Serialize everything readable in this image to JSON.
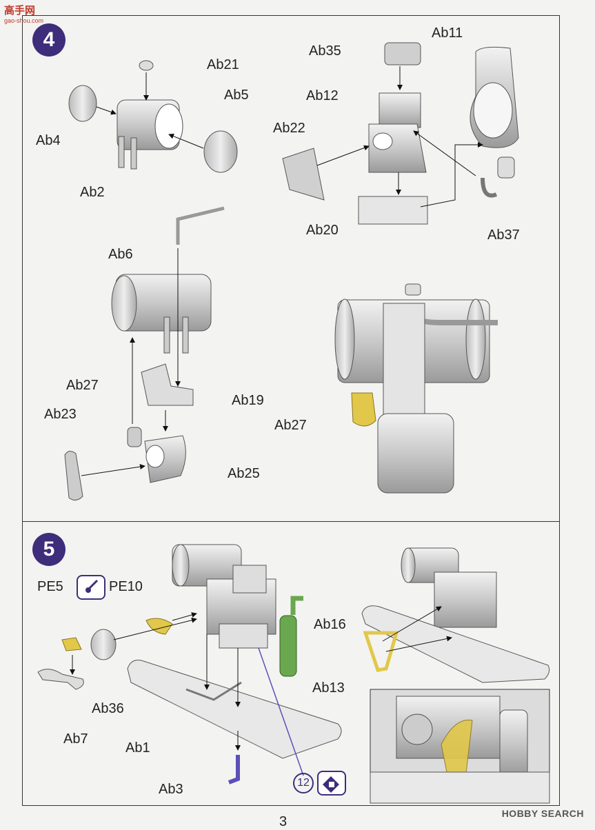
{
  "header": {
    "logo_text": "高手网",
    "logo_subtext": "gao-shou.com"
  },
  "steps": [
    {
      "number": "4"
    },
    {
      "number": "5"
    }
  ],
  "step4_labels": {
    "ab21": "Ab21",
    "ab5": "Ab5",
    "ab4": "Ab4",
    "ab2": "Ab2",
    "ab35": "Ab35",
    "ab11": "Ab11",
    "ab12": "Ab12",
    "ab22": "Ab22",
    "ab20": "Ab20",
    "ab37": "Ab37",
    "ab6": "Ab6",
    "ab27_a": "Ab27",
    "ab19": "Ab19",
    "ab23": "Ab23",
    "ab25": "Ab25",
    "ab27_b": "Ab27"
  },
  "step5_labels": {
    "pe5": "PE5",
    "pe10": "PE10",
    "ab16": "Ab16",
    "ab36": "Ab36",
    "ab13": "Ab13",
    "ab7": "Ab7",
    "ab1": "Ab1",
    "ab3": "Ab3",
    "paint_ref": "12"
  },
  "footer": {
    "page_number": "3",
    "watermark": "HOBBY SEARCH"
  },
  "colors": {
    "accent": "#3d2d7a",
    "part_gray": "#d8d8d8",
    "yellow": "#e2c84a",
    "green": "#6aa84f",
    "purple": "#5b4fb8"
  }
}
